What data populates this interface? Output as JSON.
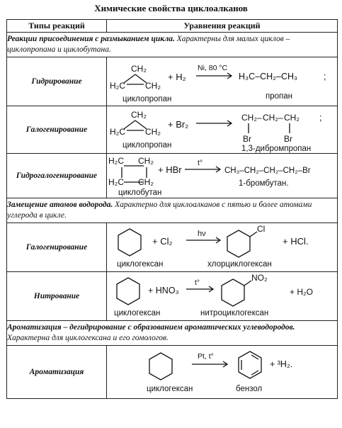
{
  "title": "Химические свойства циклоалканов",
  "headers": {
    "types": "Типы реакций",
    "equations": "Уравнения реакций"
  },
  "sections": [
    {
      "bold": "Реакции присоединения с размыканием цикла.",
      "rest": " Характерны для малых циклов – циклопропана и циклобутана."
    },
    {
      "bold": "Замещение атомов водорода.",
      "rest": " Характерно для циклоалканов с пятью и более атомами углерода в цикле."
    },
    {
      "bold": "Ароматизация – дегидрирование с образованием ароматических углеводородов.",
      "rest": " Характерна для циклогексана и его гомологов."
    }
  ],
  "rows": [
    {
      "type": "Гидрирование",
      "reactant_name": "циклопропан",
      "reagent": "+ H₂",
      "arrow": "Ni, 80 °C",
      "product_name": "пропан",
      "end": ";"
    },
    {
      "type": "Галогенирование",
      "reactant_name": "циклопропан",
      "reagent": "+ Br₂",
      "arrow": "",
      "product_name": "1,3-дибромпропан",
      "end": ";"
    },
    {
      "type": "Гидрогалогенирование",
      "reactant_name": "циклобутан",
      "reagent": "+ HBr",
      "arrow": "t°",
      "product_name": "1-бромбутан.",
      "end": ""
    },
    {
      "type": "Галогенирование",
      "reactant_name": "циклогексан",
      "reagent": "+ Cl₂",
      "arrow": "hν",
      "product_name": "хлорциклогексан",
      "end": "+ HCl."
    },
    {
      "type": "Нитрование",
      "reactant_name": "циклогексан",
      "reagent": "+ HNO₃",
      "arrow": "t°",
      "product_name": "нитроциклогексан",
      "end": "+ H₂O"
    },
    {
      "type": "Ароматизация",
      "reactant_name": "циклогексан",
      "reagent": "",
      "arrow": "Pt, t°",
      "product_name": "бензол",
      "end": "+ ³H₂."
    }
  ],
  "formulas": {
    "ch2": "CH₂",
    "h2c": "H₂C",
    "propane": "H₃C–CH₂–CH₃",
    "br": "Br",
    "bromobutane": "CH₃–CH₂–CH₂–CH₂–Br",
    "cl": "Cl",
    "no2": "NO₂",
    "hbr": "HBr"
  }
}
